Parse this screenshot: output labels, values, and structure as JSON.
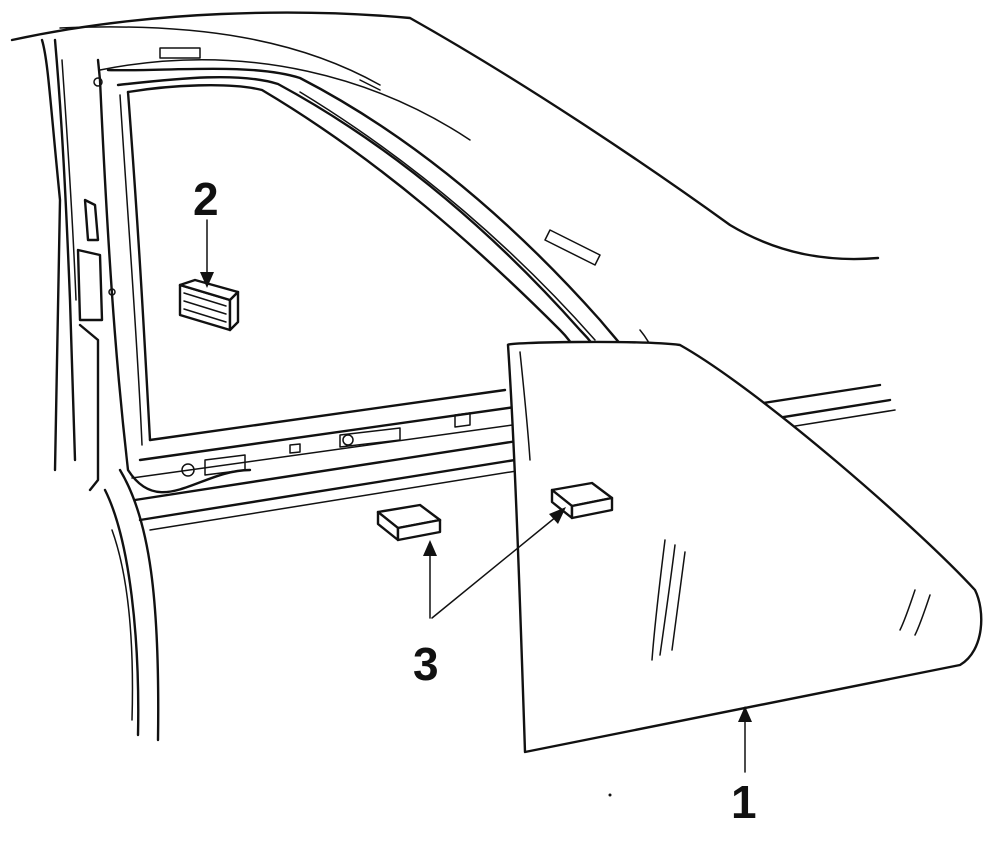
{
  "diagram": {
    "callouts": [
      {
        "id": "1",
        "label": "1",
        "part": "quarter-glass"
      },
      {
        "id": "2",
        "label": "2",
        "part": "ventilator-vent"
      },
      {
        "id": "3",
        "label": "3",
        "part": "glass-mounting-blocks"
      }
    ]
  }
}
